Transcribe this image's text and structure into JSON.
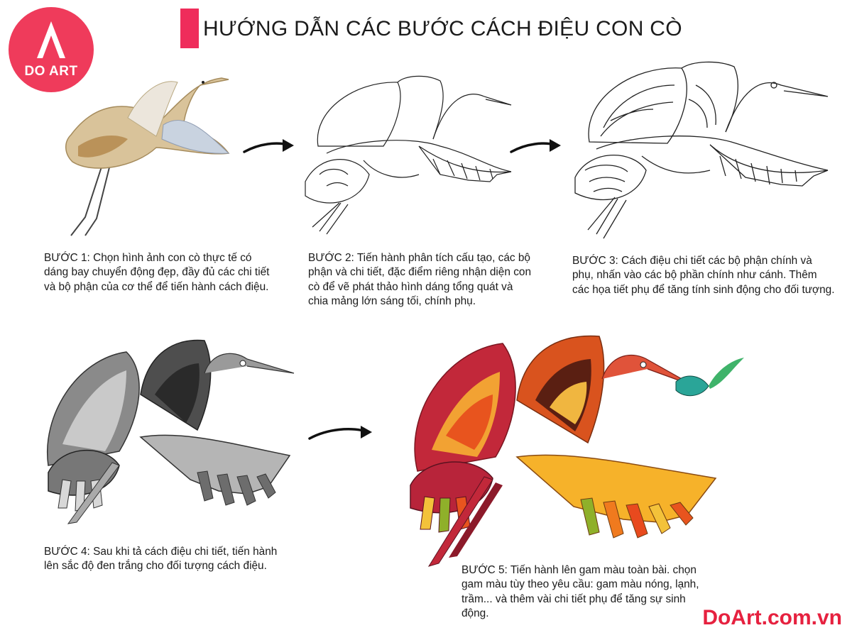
{
  "logo": {
    "text": "DO ART",
    "brand_color": "#ef3b5b"
  },
  "header": {
    "title": "HƯỚNG DẪN CÁC BƯỚC CÁCH ĐIỆU CON CÒ",
    "accent": "#ef2c5b"
  },
  "steps": [
    {
      "text": "BƯỚC 1: Chọn hình ảnh con cò thực tế có dáng bay chuyển động đẹp, đầy đủ các chi tiết và bộ phận của cơ thể để tiến hành cách điệu."
    },
    {
      "text": "BƯỚC 2: Tiến hành phân tích cấu tạo, các bộ phận và chi tiết, đặc điểm riêng nhận diện con cò để vẽ phát thảo hình dáng tổng quát và chia mảng lớn sáng tối, chính phụ."
    },
    {
      "text": "BƯỚC 3: Cách điệu chi tiết các bộ phận chính và phụ, nhấn vào các bộ phần chính như cánh. Thêm các họa tiết phụ để tăng tính sinh động cho đối tượng."
    },
    {
      "text": "BƯỚC 4: Sau khi tả cách điệu chi tiết, tiến hành lên sắc độ đen trắng cho đối tượng cách điệu."
    },
    {
      "text": "BƯỚC 5: Tiến hành lên gam màu toàn bài. chọn gam màu tùy theo yêu cầu: gam màu nóng, lạnh, trầm... và thêm vài chi tiết phụ để tăng sự sinh động."
    }
  ],
  "footer": {
    "brand": "DoArt.com.vn",
    "brand_color": "#e6213f"
  },
  "icons": [
    "logo-icon",
    "arrow-right-icon"
  ]
}
